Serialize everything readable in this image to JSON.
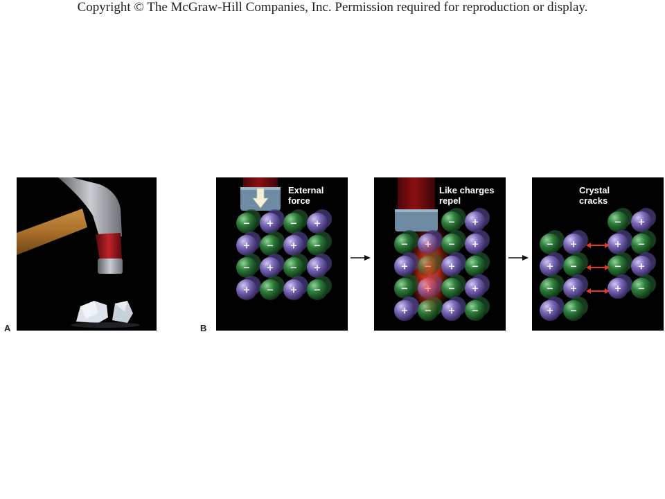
{
  "header": {
    "copyright": "Copyright © The McGraw-Hill Companies, Inc. Permission required for reproduction or display."
  },
  "figure": {
    "label_a": "A",
    "label_b": "B",
    "panels": [
      {
        "caption_line1": "External",
        "caption_line2": "force"
      },
      {
        "caption_line1": "Like charges",
        "caption_line2": "repel"
      },
      {
        "caption_line1": "Crystal",
        "caption_line2": "cracks"
      }
    ],
    "colors": {
      "anion": "#2e7d3a",
      "cation": "#7a68b8",
      "hammer_handle": "#8b0f14",
      "hammer_head": "#6f8aa3",
      "repel_glow": "#ff3b1f",
      "crack_arrow": "#e0392b"
    }
  }
}
